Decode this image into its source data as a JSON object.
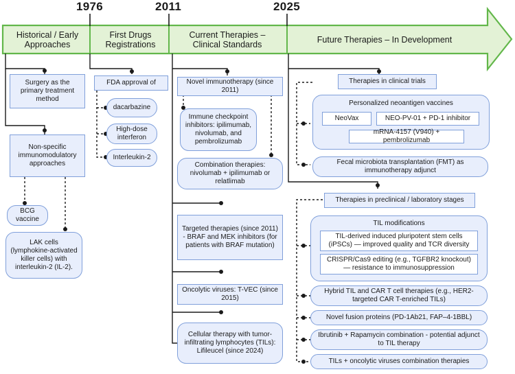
{
  "timeline": {
    "years": [
      "1976",
      "2011",
      "2025"
    ],
    "eras": [
      "Historical / Early Approaches",
      "First Drugs Registrations",
      "Current Therapies – Clinical Standards",
      "Future Therapies – In Development"
    ]
  },
  "historical": {
    "surgery": "Surgery as the primary treatment method",
    "nonspecific": "Non-specific immunomodulatory approaches",
    "bcg": "BCG vaccine",
    "lak": "LAK cells (lymphokine-activated killer cells) with interleukin-2 (IL-2)."
  },
  "first_drugs": {
    "fda": "FDA approval of",
    "items": [
      "dacarbazine",
      "High-dose interferon",
      "Interleukin-2"
    ]
  },
  "current": {
    "novel": "Novel immunotherapy (since 2011)",
    "checkpoint": "Immune checkpoint inhibitors: ipilimumab, nivolumab, and pembrolizumab",
    "combination": "Combination therapies: nivolumab + ipilimumab or relatlimab",
    "targeted": "Targeted therapies (since 2011) - BRAF and MEK inhibitors (for patients with BRAF mutation)",
    "oncolytic": "Oncolytic viruses: T-VEC (since 2015)",
    "cellular": "Cellular therapy with tumor-infiltrating lymphocytes (TILs): Lifileucel (since 2024)"
  },
  "future": {
    "clinical_trials": "Therapies in clinical trials",
    "vaccines_title": "Personalized neoantigen vaccines",
    "vaccines": [
      "NeoVax",
      "NEO-PV-01 + PD-1 inhibitor",
      "mRNA-4157 (V940) + pembrolizumab"
    ],
    "fmt": "Fecal microbiota transplantation (FMT) as immunotherapy adjunct",
    "preclinical": "Therapies in preclinical / laboratory stages",
    "til_title": "TIL modifications",
    "til_items": [
      "TIL-derived induced pluripotent stem cells (iPSCs) — improved quality and TCR diversity",
      "CRISPR/Cas9 editing (e.g., TGFBR2 knockout) — resistance to immunosuppression"
    ],
    "hybrid": "Hybrid TIL and CAR T cell therapies (e.g., HER2-targeted CAR T-enriched TILs)",
    "fusion": "Novel fusion proteins (PD-1Ab21, FAP–4-1BBL)",
    "ibrutinib": "Ibrutinib + Rapamycin combination - potential adjunct to TIL therapy",
    "oncolytic_combo": "TILs + oncolytic viruses combination therapies"
  },
  "colors": {
    "arrow_fill": "#e3f2d6",
    "arrow_stroke": "#62b74a",
    "box_fill": "#e8eefc",
    "box_stroke": "#7f9fda",
    "line": "#1a1a1a"
  }
}
